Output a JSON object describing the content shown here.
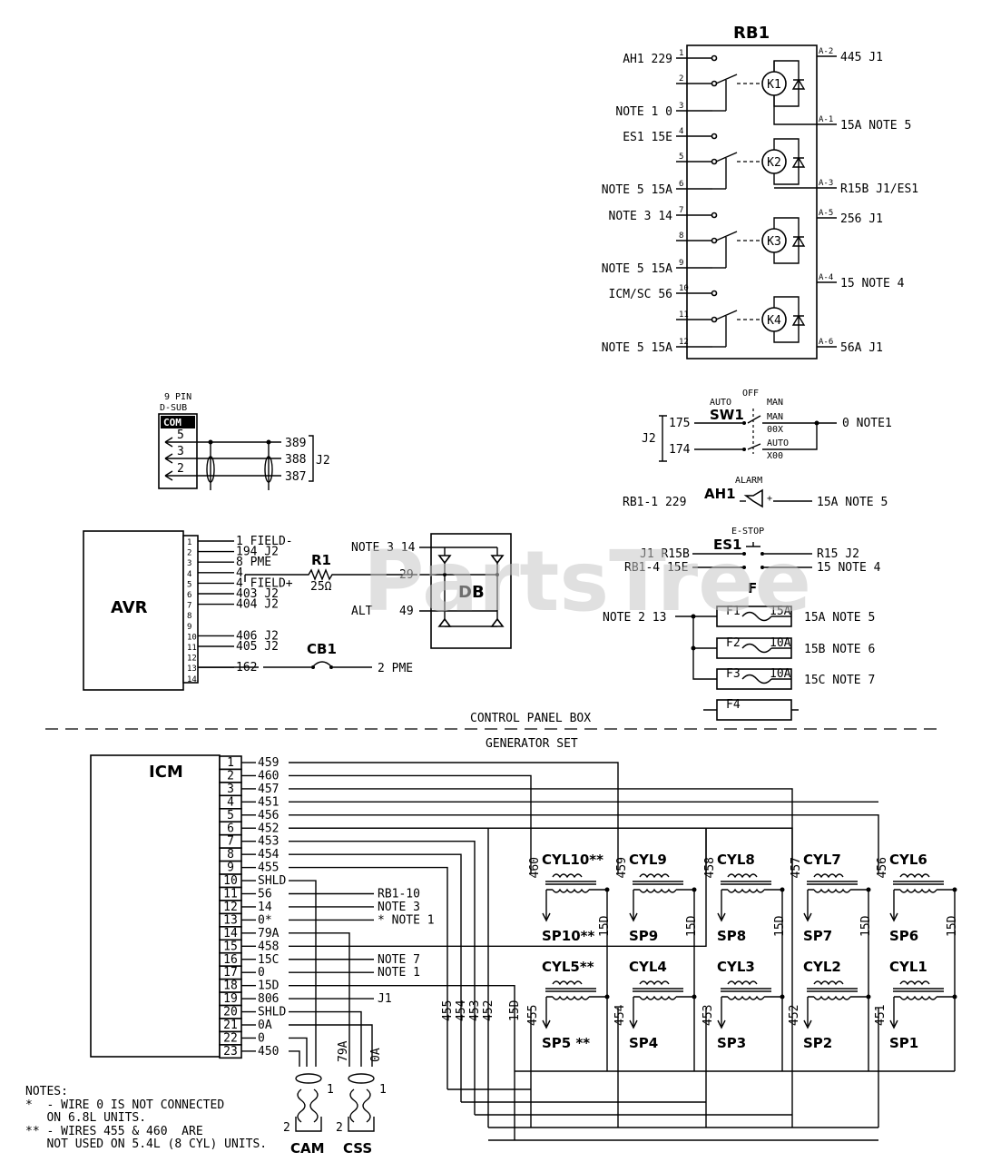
{
  "watermark": "PartsTree",
  "rb1": {
    "title": "RB1",
    "left_labels": [
      "AH1 229",
      "NOTE 1 0",
      "ES1 15E",
      "NOTE 5 15A",
      "NOTE 3 14",
      "NOTE 5 15A",
      "ICM/SC 56",
      "NOTE 5 15A"
    ],
    "right_labels": [
      "445 J1",
      "15A NOTE 5",
      "R15B J1/ES1",
      "256 J1",
      "15 NOTE 4",
      "56A J1"
    ],
    "pins": [
      "1",
      "2",
      "3",
      "4",
      "5",
      "6",
      "7",
      "8",
      "9",
      "10",
      "11",
      "12"
    ],
    "a_pins": [
      "A-2",
      "A-1",
      "A-3",
      "A-5",
      "A-4",
      "A-6"
    ],
    "relays": [
      "K1",
      "K2",
      "K3",
      "K4"
    ]
  },
  "sw1": {
    "name": "SW1",
    "positions": [
      "AUTO",
      "OFF",
      "MAN"
    ],
    "contacts": [
      "MAN",
      "00X",
      "AUTO",
      "X00"
    ],
    "wires": [
      "175",
      "174"
    ],
    "connector": "J2",
    "out": "0 NOTE1"
  },
  "ah1": {
    "name": "AH1",
    "type": "ALARM",
    "left": "RB1-1 229",
    "right": "15A NOTE 5",
    "plus": "+"
  },
  "es1": {
    "name": "ES1",
    "type": "E-STOP",
    "left": [
      "J1 R15B",
      "RB1-4 15E"
    ],
    "right": [
      "R15 J2",
      "15 NOTE 4"
    ]
  },
  "fuses": {
    "name": "F",
    "input": "NOTE 2 13",
    "items": [
      {
        "id": "F1",
        "rating": "15A",
        "out": "15A NOTE 5"
      },
      {
        "id": "F2",
        "rating": "10A",
        "out": "15B NOTE 6"
      },
      {
        "id": "F3",
        "rating": "10A",
        "out": "15C NOTE 7"
      },
      {
        "id": "F4",
        "rating": "",
        "out": ""
      }
    ]
  },
  "com": {
    "head": [
      "9 PIN",
      "D-SUB"
    ],
    "name": "COM",
    "pins": [
      "5",
      "3",
      "2"
    ],
    "wires": [
      "389",
      "388",
      "387"
    ],
    "connector": "J2"
  },
  "avr": {
    "name": "AVR",
    "pins": [
      "1",
      "2",
      "3",
      "4",
      "5",
      "6",
      "7",
      "8",
      "9",
      "10",
      "11",
      "12",
      "13",
      "14"
    ],
    "labels": [
      "1 FIELD-",
      "194 J2",
      "8 PME",
      "4",
      "4 FIELD+",
      "403 J2",
      "404 J2",
      "",
      "",
      "406 J2",
      "405 J2",
      "",
      "162",
      ""
    ]
  },
  "r1": {
    "name": "R1",
    "value": "25Ω"
  },
  "db": {
    "name": "DB",
    "in1": "NOTE 3 14",
    "in2": "ALT",
    "in2_wire": "49",
    "out": "29"
  },
  "cb1": {
    "name": "CB1",
    "out": "2 PME"
  },
  "sections": {
    "control": "CONTROL PANEL BOX",
    "generator": "GENERATOR SET"
  },
  "icm": {
    "name": "ICM",
    "pins": [
      "1",
      "2",
      "3",
      "4",
      "5",
      "6",
      "7",
      "8",
      "9",
      "10",
      "11",
      "12",
      "13",
      "14",
      "15",
      "16",
      "17",
      "18",
      "19",
      "20",
      "21",
      "22",
      "23"
    ],
    "wires": [
      "459",
      "460",
      "457",
      "451",
      "456",
      "452",
      "453",
      "454",
      "455",
      "SHLD",
      "56",
      "14",
      "0*",
      "79A",
      "458",
      "15C",
      "0",
      "15D",
      "806",
      "SHLD",
      "0A",
      "0",
      "450"
    ],
    "dests": {
      "11": "RB1-10",
      "12": "NOTE 3",
      "13": "* NOTE 1",
      "16": "NOTE 7",
      "17": "NOTE 1",
      "19": "J1"
    }
  },
  "coils_top": [
    {
      "cyl": "CYL10**",
      "sp": "SP10**",
      "wire": "460"
    },
    {
      "cyl": "CYL9",
      "sp": "SP9",
      "wire": "459"
    },
    {
      "cyl": "CYL8",
      "sp": "SP8",
      "wire": "458"
    },
    {
      "cyl": "CYL7",
      "sp": "SP7",
      "wire": "457"
    },
    {
      "cyl": "CYL6",
      "sp": "SP6",
      "wire": "456"
    }
  ],
  "coils_bottom": [
    {
      "cyl": "CYL5**",
      "sp": "SP5 **",
      "wire": "455"
    },
    {
      "cyl": "CYL4",
      "sp": "SP4",
      "wire": "454"
    },
    {
      "cyl": "CYL3",
      "sp": "SP3",
      "wire": "453"
    },
    {
      "cyl": "CYL2",
      "sp": "SP2",
      "wire": "452"
    },
    {
      "cyl": "CYL1",
      "sp": "SP1",
      "wire": "451"
    }
  ],
  "bus_labels": [
    "455",
    "454",
    "453",
    "452",
    "15D"
  ],
  "coil_15d": "15D",
  "sensors": [
    {
      "name": "CAM",
      "pin1": "1",
      "pin2": "2"
    },
    {
      "name": "CSS",
      "pin1": "1",
      "pin2": "2",
      "w1": "79A",
      "w2": "0A"
    }
  ],
  "notes": {
    "title": "NOTES:",
    "lines": [
      "*  - WIRE 0 IS NOT CONNECTED",
      "   ON 6.8L UNITS.",
      "** - WIRES 455 & 460  ARE",
      "   NOT USED ON 5.4L (8 CYL) UNITS."
    ]
  }
}
